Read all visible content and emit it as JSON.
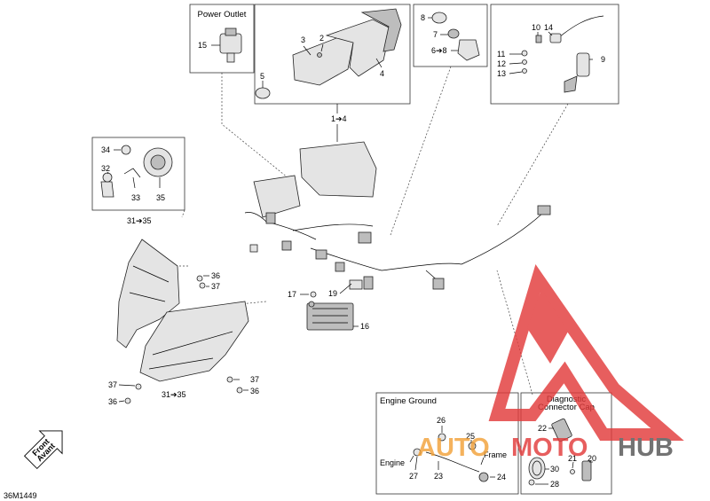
{
  "boxes": {
    "power_outlet": "Power Outlet",
    "engine_ground": "Engine Ground",
    "diagnostic_line1": "Diagnostic",
    "diagnostic_line2": "Connector Cap"
  },
  "labels": {
    "p1_4": "1➔4",
    "p2": "2",
    "p3": "3",
    "p4": "4",
    "p5": "5",
    "p6_8": "6➔8",
    "p7": "7",
    "p8": "8",
    "p9": "9",
    "p10": "10",
    "p11": "11",
    "p12": "12",
    "p13": "13",
    "p14": "14",
    "p15": "15",
    "p16": "16",
    "p17": "17",
    "p19": "19",
    "p20": "20",
    "p21": "21",
    "p22": "22",
    "p23": "23",
    "p24": "24",
    "p25": "25",
    "p26": "26",
    "p27": "27",
    "p28": "28",
    "p30": "30",
    "p31_35_top": "31➔35",
    "p31_35_bottom": "31➔35",
    "p32": "32",
    "p33": "33",
    "p34": "34",
    "p35": "35",
    "p36_a": "36",
    "p37_a": "37",
    "p37_b": "37",
    "p36_b": "36",
    "p37_c": "37",
    "p36_c": "36",
    "engine": "Engine",
    "frame": "Frame"
  },
  "front_arrow": {
    "line1": "Front",
    "line2": "Avant"
  },
  "drawing_code": "36M1449",
  "watermark": {
    "auto": "AUTO",
    "moto": "MOTO",
    "hub": "HUB",
    "color_red": "#e23b3b",
    "color_orange": "#f2a23a",
    "color_gray": "#555555"
  }
}
